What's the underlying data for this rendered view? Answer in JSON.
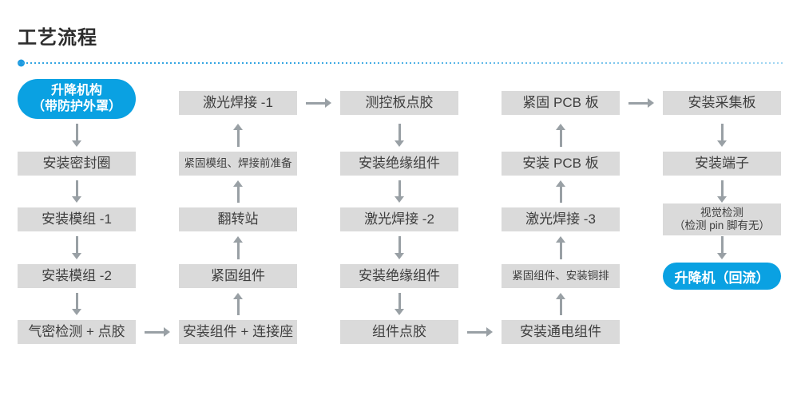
{
  "header": {
    "title": "工艺流程"
  },
  "colors": {
    "accent_blue": "#0aa1e2",
    "box_gray": "#dadada",
    "box_text": "#3e3e3e",
    "arrow_gray": "#99a0a5",
    "title_text": "#2d2d2d",
    "leader_dot_blue": "#1e9ae0"
  },
  "icons": {
    "arrow_down": "↓",
    "arrow_up": "↑",
    "arrow_right": "→",
    "leader_dot": "•"
  },
  "flow": {
    "columns": [
      {
        "id": "column-1",
        "direction": "down",
        "steps": [
          "升降机构\n（带防护外罩）",
          "安装密封圈",
          "安装模组 -1",
          "安装模组 -2",
          "气密检测 + 点胶"
        ]
      },
      {
        "id": "column-2",
        "direction": "up",
        "steps": [
          "激光焊接 -1",
          "紧固模组、焊接前准备",
          "翻转站",
          "紧固组件",
          "安装组件 + 连接座"
        ]
      },
      {
        "id": "column-3",
        "direction": "down",
        "steps": [
          "测控板点胶",
          "安装绝缘组件",
          "激光焊接 -2",
          "安装绝缘组件",
          "组件点胶"
        ]
      },
      {
        "id": "column-4",
        "direction": "up",
        "steps": [
          "紧固 PCB 板",
          "安装 PCB 板",
          "激光焊接 -3",
          "紧固组件、安装铜排",
          "安装通电组件"
        ]
      },
      {
        "id": "column-5",
        "direction": "down",
        "steps": [
          "安装采集板",
          "安装端子",
          "视觉检测\n（检测 pin 脚有无）",
          "升降机（回流）"
        ]
      }
    ]
  }
}
